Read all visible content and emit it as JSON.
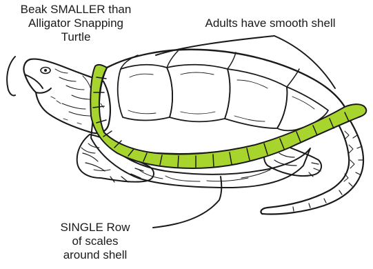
{
  "labels": {
    "beak": [
      "Beak SMALLER than",
      "Alligator Snapping",
      "Turtle"
    ],
    "smooth_shell": "Adults have smooth shell",
    "single_row": [
      "SINGLE Row",
      "of scales",
      "around shell"
    ]
  },
  "colors": {
    "scale_row_highlight": "#a8d42e",
    "ink": "#1a1a1a",
    "background": "#ffffff"
  }
}
